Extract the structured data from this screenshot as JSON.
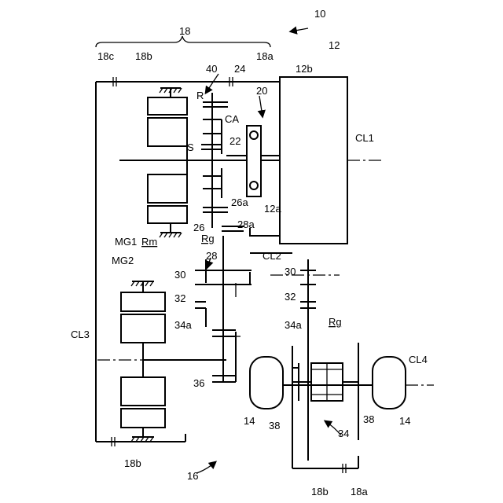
{
  "figure": {
    "ref_10": "10",
    "ref_12": "12",
    "ref_12a": "12a",
    "ref_12b": "12b",
    "ref_14_left": "14",
    "ref_14_right": "14",
    "ref_16": "16",
    "ref_18": "18",
    "ref_18a_top": "18a",
    "ref_18a_bottom": "18a",
    "ref_18b_top": "18b",
    "ref_18b_bottom_left": "18b",
    "ref_18b_bottom_right": "18b",
    "ref_18c": "18c",
    "ref_20": "20",
    "ref_22": "22",
    "ref_24": "24",
    "ref_26": "26",
    "ref_26a": "26a",
    "ref_28_upper": "28a",
    "ref_28": "28",
    "ref_30_left": "30",
    "ref_30_right": "30",
    "ref_32_left": "32",
    "ref_32_right": "32",
    "ref_34": "34",
    "ref_34a_left": "34a",
    "ref_34a_right": "34a",
    "ref_36": "36",
    "ref_38_left": "38",
    "ref_38_right": "38",
    "ref_40": "40",
    "label_R": "R",
    "label_CA": "CA",
    "label_S": "S",
    "label_MG1": "MG1",
    "label_MG2": "MG2",
    "label_Rm": "Rm",
    "label_Rg_upper": "Rg",
    "label_Rg_right": "Rg",
    "label_CL1": "CL1",
    "label_CL2": "CL2",
    "label_CL3": "CL3",
    "label_CL4": "CL4"
  }
}
